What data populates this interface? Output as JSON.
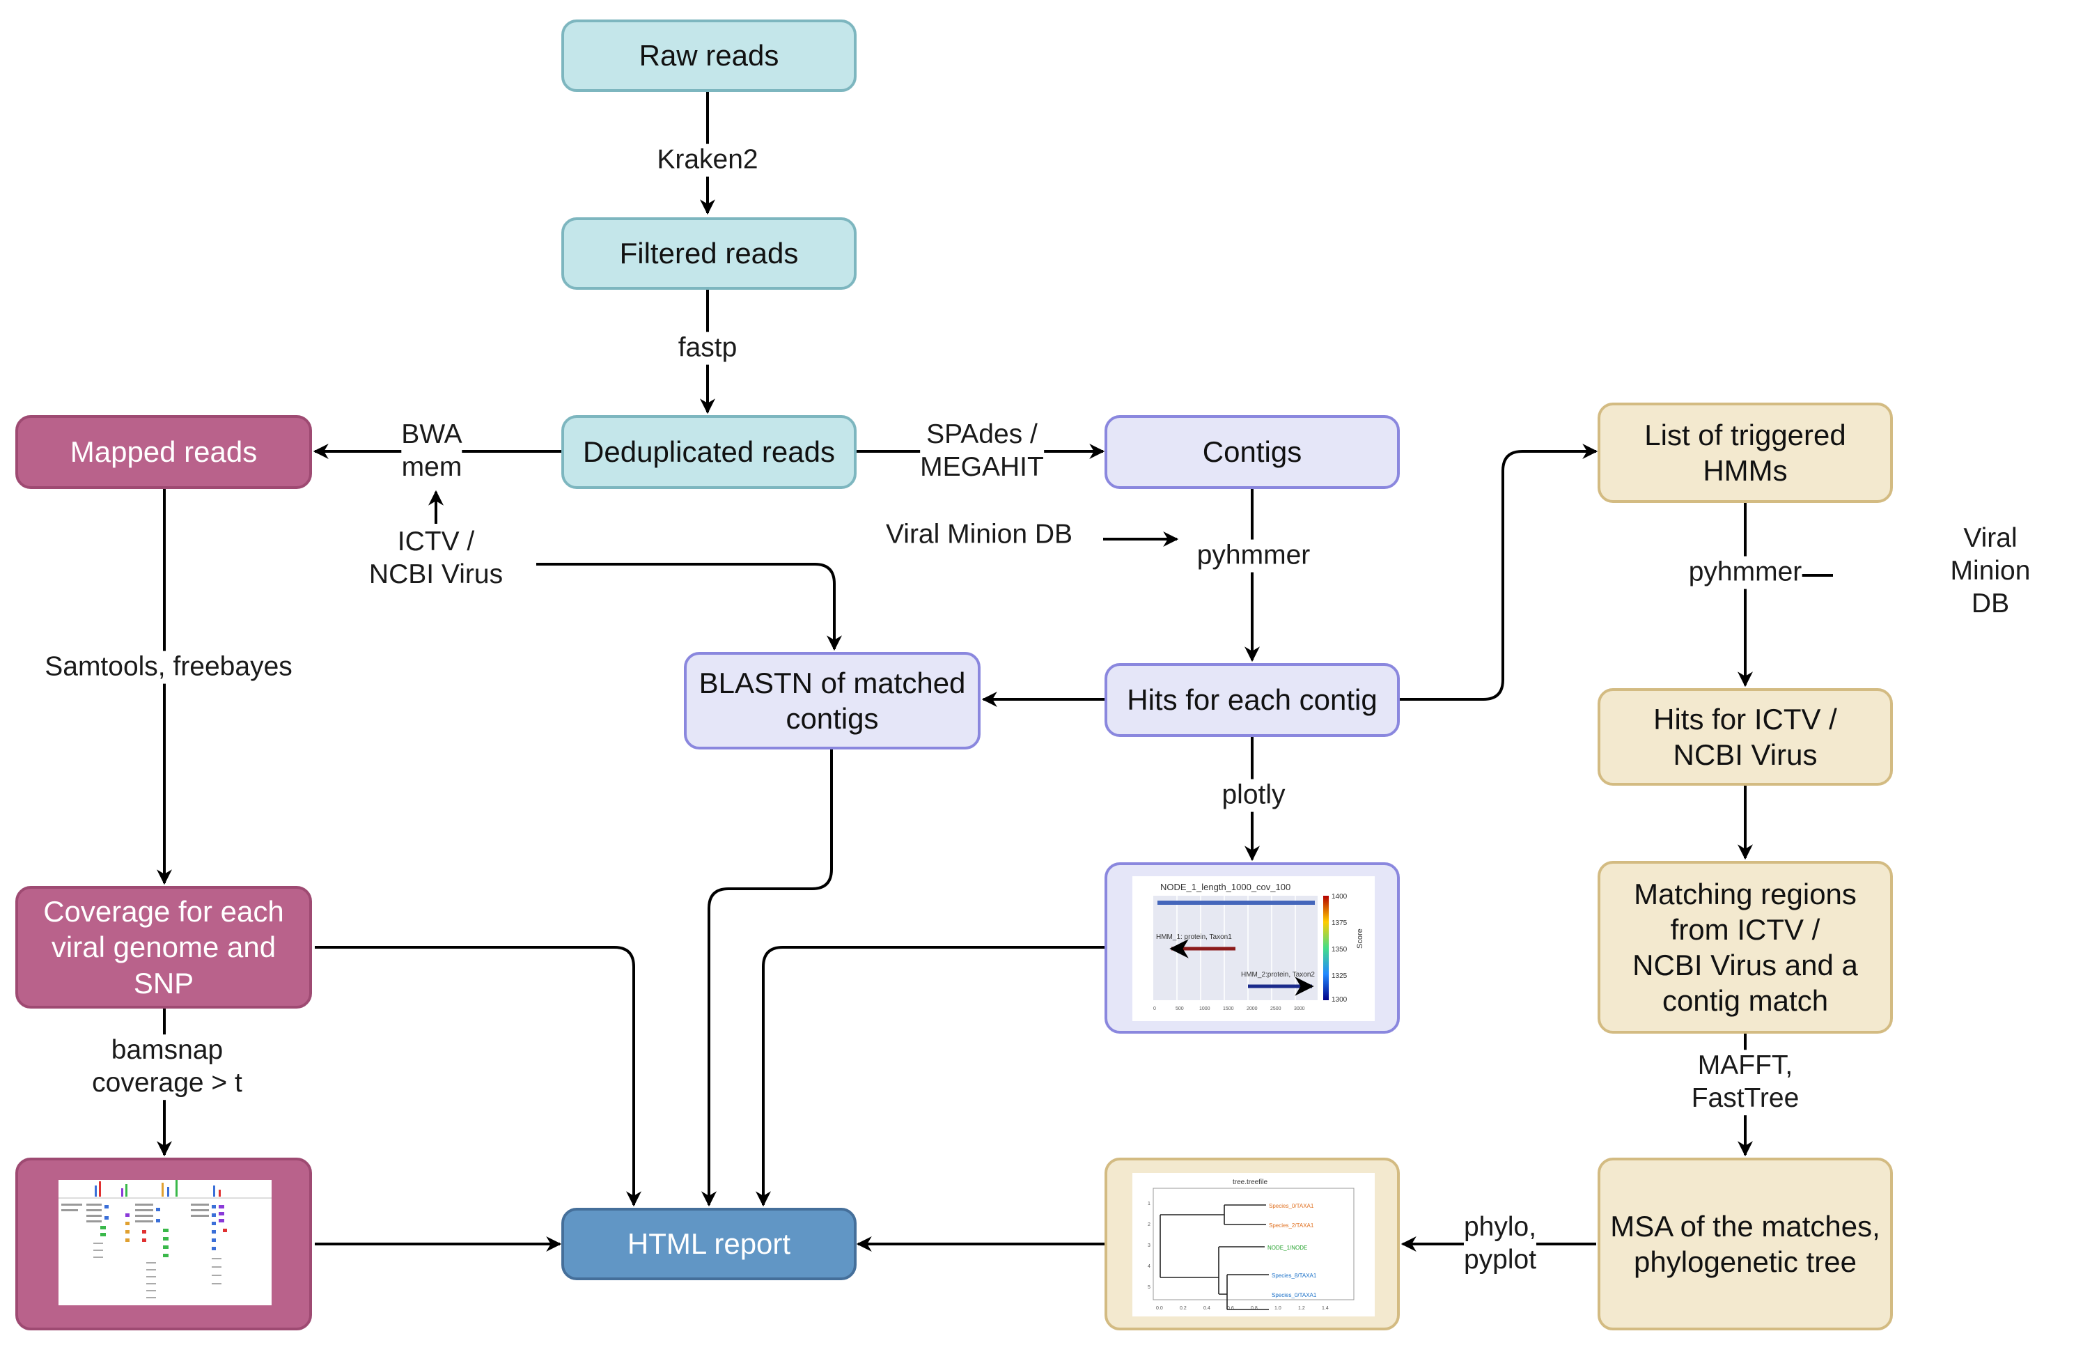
{
  "nodes": {
    "raw_reads": "Raw reads",
    "filtered_reads": "Filtered reads",
    "deduplicated_reads": "Deduplicated reads",
    "mapped_reads": "Mapped reads",
    "contigs": "Contigs",
    "triggered_hmms": "List of triggered\nHMMs",
    "blastn": "BLASTN of matched\ncontigs",
    "hits_contig": "Hits for each contig",
    "hits_ictv": "Hits for ICTV /\nNCBI Virus",
    "coverage": "Coverage for each\nviral genome  and\nSNP",
    "matching_regions": "Matching regions\nfrom ICTV /\nNCBI Virus and a\ncontig match",
    "msa": "MSA of the matches,\nphylogenetic tree",
    "html_report": "HTML report"
  },
  "edges": {
    "kraken2": "Kraken2",
    "fastp": "fastp",
    "bwa_mem": "BWA\nmem",
    "ictv_db": "ICTV /\nNCBI Virus",
    "spades": "SPAdes /\nMEGAHIT",
    "viral_db_left": "Viral Minion DB",
    "pyhmmer_left": "pyhmmer",
    "pyhmmer_right": "pyhmmer",
    "viral_db_right": "Viral Minion DB",
    "samtools": "Samtools, freebayes",
    "plotly": "plotly",
    "bamsnap": "bamsnap\ncoverage > t",
    "mafft": "MAFFT,\nFastTree",
    "phylo": "phylo,\npyplot"
  },
  "plot_thumb": {
    "title": "NODE_1_length_1000_cov_100",
    "hmm1": "HMM_1: protein, Taxon1",
    "hmm2": "HMM_2:protein, Taxon2",
    "colorbar_label": "Score",
    "colorbar_ticks": [
      "1400",
      "1375",
      "1350",
      "1325",
      "1300"
    ],
    "x_ticks": [
      "0",
      "500",
      "1000",
      "1500",
      "2000",
      "2500",
      "3000"
    ]
  },
  "tree_thumb": {
    "title": "tree.treefile",
    "leaves": [
      "Species_0/TAXA1",
      "Species_2/TAXA1",
      "NODE_1/NODE",
      "Species_8/TAXA1",
      "Species_0/TAXA1"
    ],
    "y_ticks": [
      "1",
      "2",
      "3",
      "4",
      "5"
    ],
    "x_ticks": [
      "0.0",
      "0.2",
      "0.4",
      "0.6",
      "0.8",
      "1.0",
      "1.2",
      "1.4"
    ]
  },
  "colors": {
    "teal": "#c4e6ea",
    "lavender": "#e5e6f8",
    "tan": "#f3e9cf",
    "pink": "#b9628b",
    "blue": "#6196c5"
  }
}
